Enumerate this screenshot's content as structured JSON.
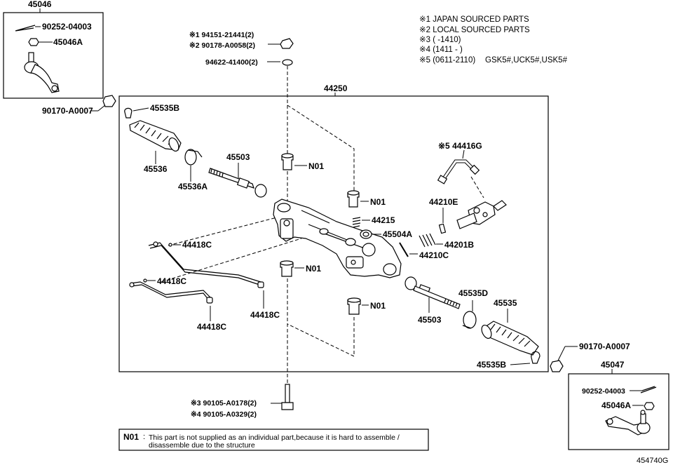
{
  "legend": {
    "l1": "※1 JAPAN SOURCED PARTS",
    "l2": "※2 LOCAL SOURCED PARTS",
    "l3": "※3 (       -1410)",
    "l4": "※4 (1411 -       )",
    "l5a": "※5 (0611-2110)",
    "l5b": "GSK5#,UCK5#,USK5#"
  },
  "groups": {
    "left_assy": "45046",
    "main_assy": "44250",
    "right_assy": "45047"
  },
  "labels": {
    "p90252_l": "90252-04003",
    "p45046a_l": "45046A",
    "p90170_l": "90170-A0007",
    "p94151": "※1 94151-21441(2)",
    "p90178": "※2 90178-A0058(2)",
    "p94622": "94622-41400(2)",
    "p45535b_t": "45535B",
    "p45536": "45536",
    "p45536a": "45536A",
    "p45503_t": "45503",
    "n01_a": "N01",
    "n01_b": "N01",
    "n01_c": "N01",
    "n01_d": "N01",
    "p44215": "44215",
    "p45504a": "45504A",
    "p44416g": "※5 44416G",
    "p44210e": "44210E",
    "p44201b": "44201B",
    "p44210c": "44210C",
    "p44418c_a": "44418C",
    "p44418c_b": "44418C",
    "p44418c_c": "44418C",
    "p44418c_d": "44418C",
    "p45535d": "45535D",
    "p45535": "45535",
    "p45503_b": "45503",
    "p45535b_b": "45535B",
    "p90170_r": "90170-A0007",
    "p90252_r": "90252-04003",
    "p45046a_r": "45046A",
    "p90105a": "※3 90105-A0178(2)",
    "p90105b": "※4 90105-A0329(2)"
  },
  "note": {
    "code": "N01",
    "line1": "This part is not supplied as an individual part,because it is hard to assemble /",
    "line2": "disassemble due to the structure"
  },
  "figure_id": "454740G"
}
